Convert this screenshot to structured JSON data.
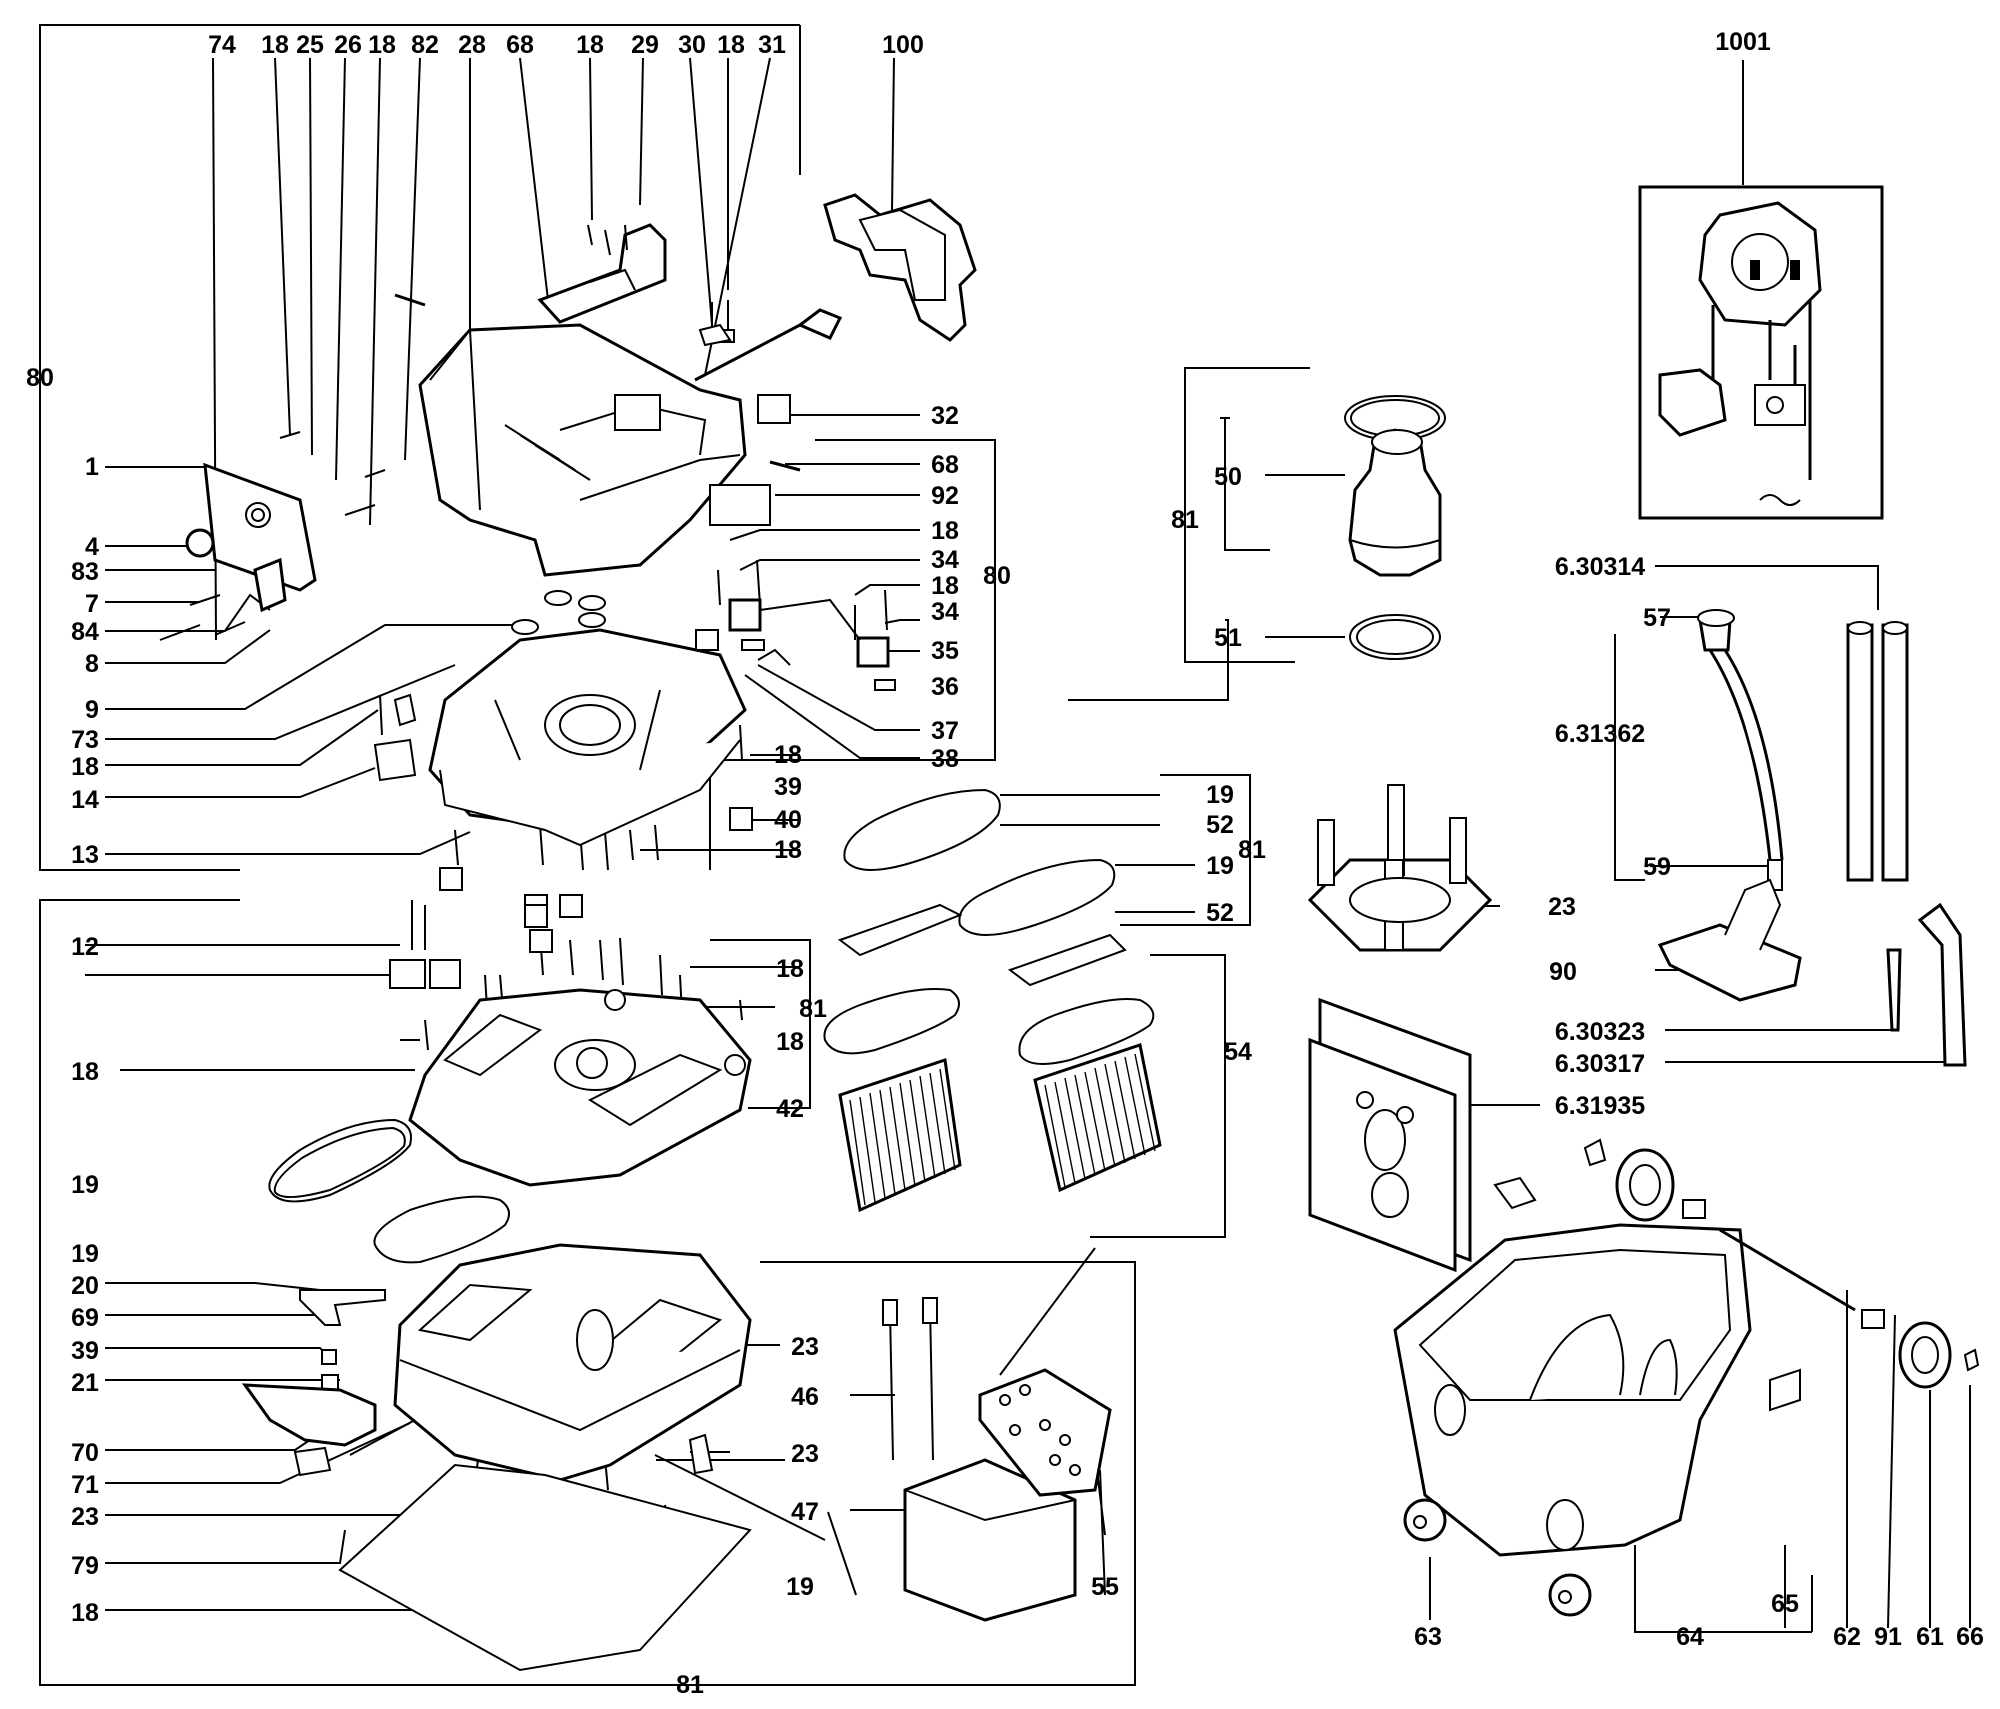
{
  "labels": {
    "l_74": "74",
    "l_18a": "18",
    "l_25": "25",
    "l_26": "26",
    "l_18b": "18",
    "l_82": "82",
    "l_28": "28",
    "l_68a": "68",
    "l_18c": "18",
    "l_29": "29",
    "l_30": "30",
    "l_18d": "18",
    "l_31": "31",
    "l_100": "100",
    "l_1001": "1001",
    "l_80a": "80",
    "l_1": "1",
    "l_4": "4",
    "l_83": "83",
    "l_7": "7",
    "l_84": "84",
    "l_8": "8",
    "l_9": "9",
    "l_73": "73",
    "l_18e": "18",
    "l_14": "14",
    "l_13": "13",
    "l_32": "32",
    "l_68b": "68",
    "l_92": "92",
    "l_18f": "18",
    "l_34a": "34",
    "l_18g": "18",
    "l_34b": "34",
    "l_80b": "80",
    "l_35": "35",
    "l_36": "36",
    "l_37": "37",
    "l_38": "38",
    "l_18h": "18",
    "l_39a": "39",
    "l_40": "40",
    "l_18i": "18",
    "l_19a": "19",
    "l_52a": "52",
    "l_81a": "81",
    "l_19b": "19",
    "l_52b": "52",
    "l_12": "12",
    "l_18j": "18",
    "l_81b": "81",
    "l_18k": "18",
    "l_18l": "18",
    "l_42": "42",
    "l_54": "54",
    "l_19c": "19",
    "l_19d": "19",
    "l_20": "20",
    "l_69": "69",
    "l_39b": "39",
    "l_21": "21",
    "l_23a": "23",
    "l_46": "46",
    "l_70": "70",
    "l_23b": "23",
    "l_71": "71",
    "l_47": "47",
    "l_23c": "23",
    "l_79": "79",
    "l_19e": "19",
    "l_55": "55",
    "l_18m": "18",
    "l_81c": "81",
    "l_81d": "81",
    "l_50": "50",
    "l_51": "51",
    "l_23d": "23",
    "l_630314": "6.30314",
    "l_57": "57",
    "l_631362": "6.31362",
    "l_59": "59",
    "l_90": "90",
    "l_630323": "6.30323",
    "l_630317": "6.30317",
    "l_631935": "6.31935",
    "l_63": "63",
    "l_64": "64",
    "l_65": "65",
    "l_62": "62",
    "l_91": "91",
    "l_61": "61",
    "l_66": "66"
  }
}
